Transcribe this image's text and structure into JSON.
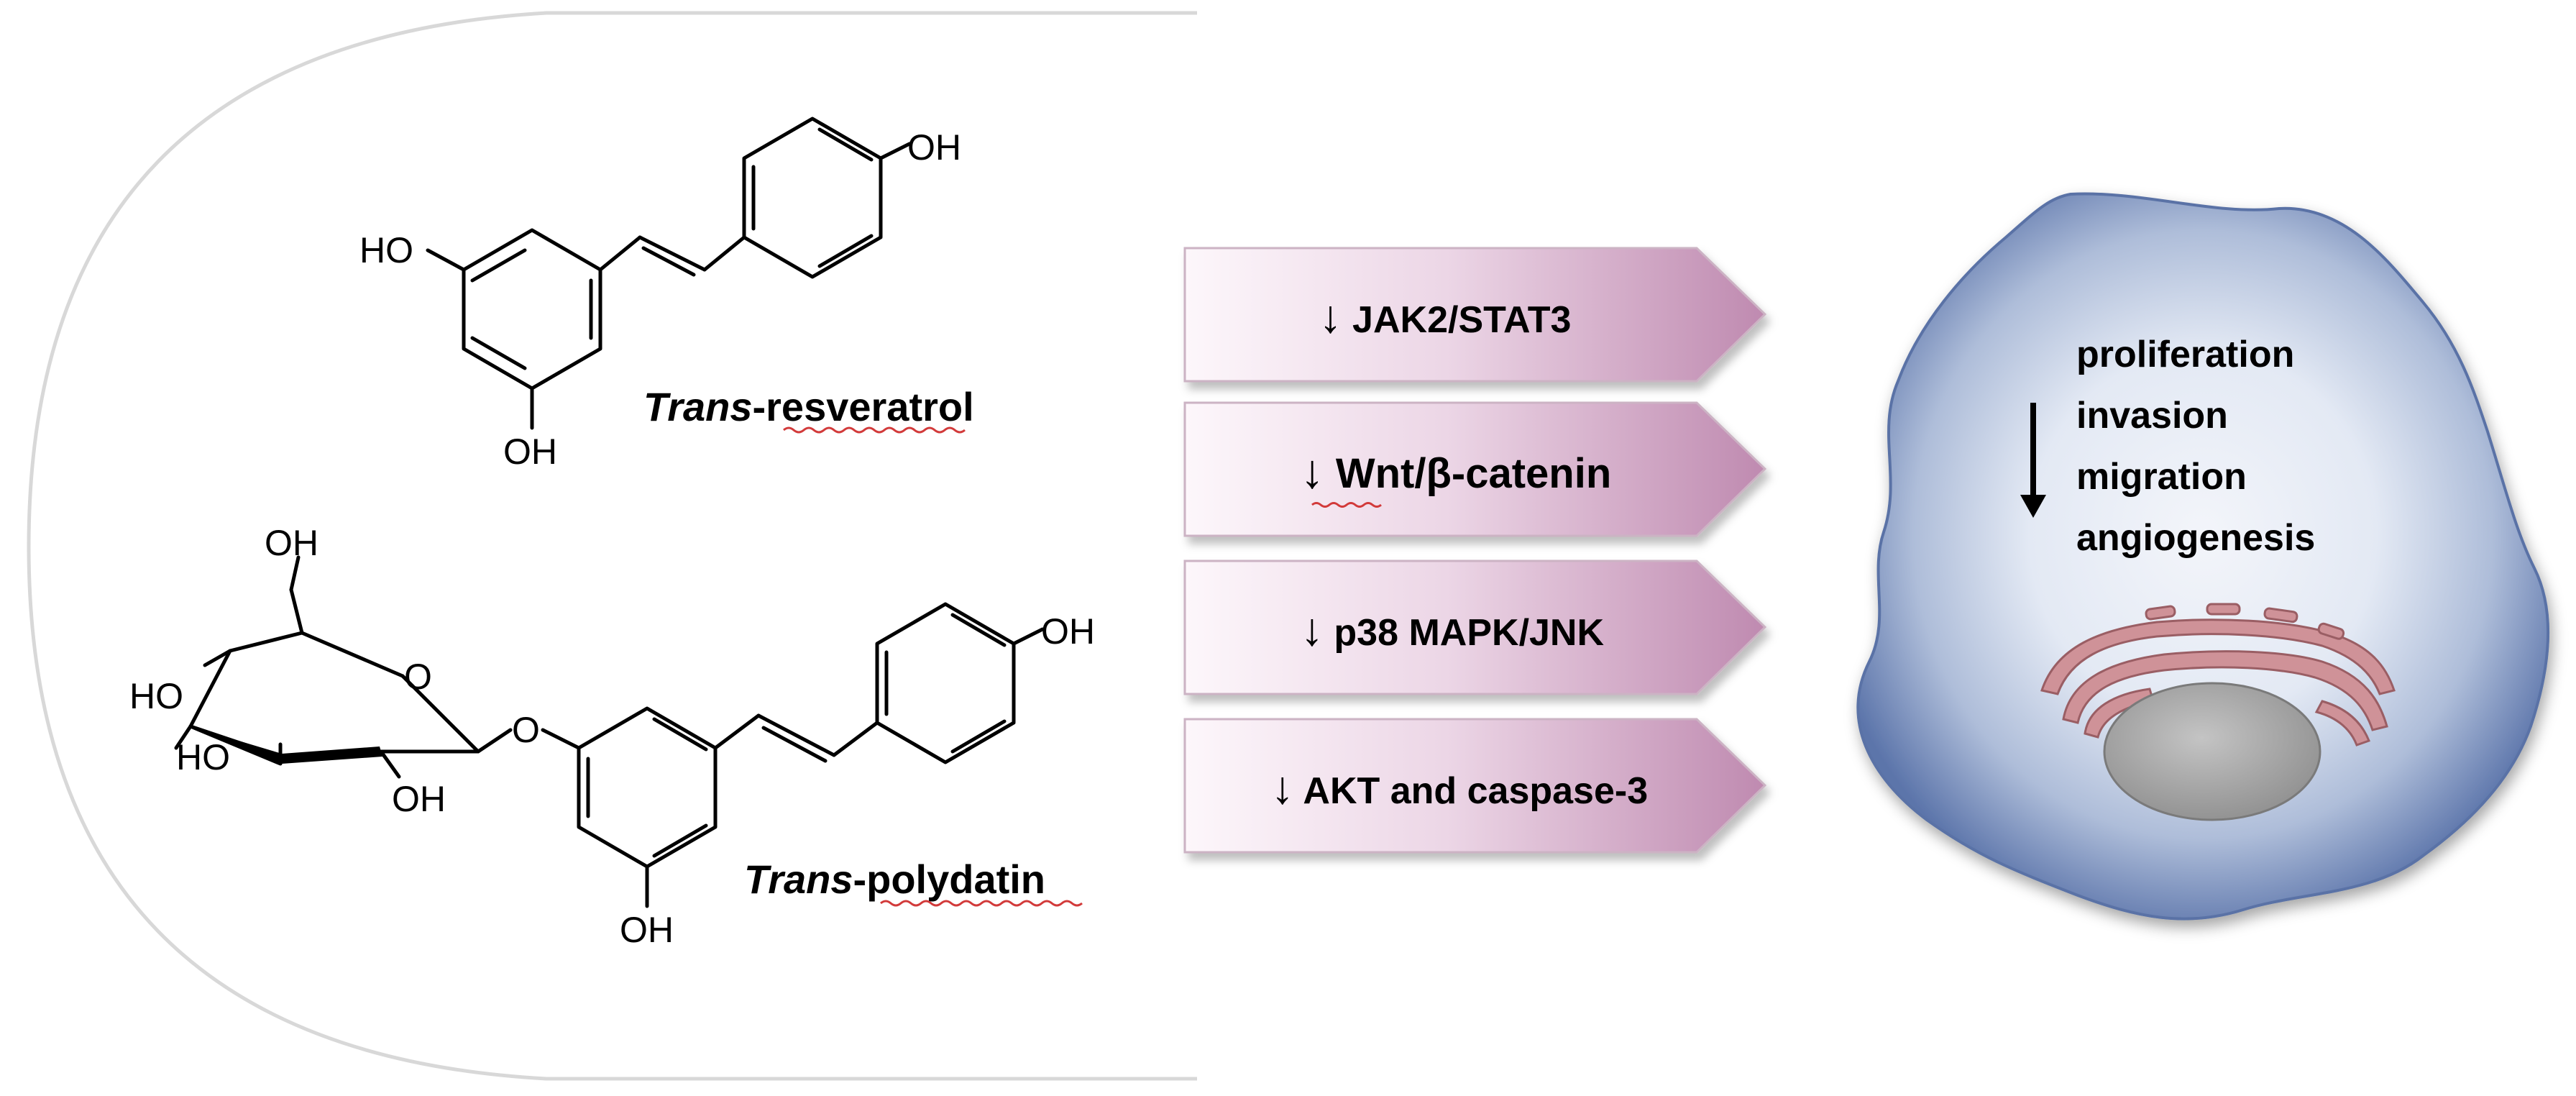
{
  "compounds": [
    {
      "name_italic": "Trans",
      "name_rest": "-resveratrol"
    },
    {
      "name_italic": "Trans",
      "name_rest": "-polydatin"
    }
  ],
  "atom_labels": {
    "oh": "OH",
    "ho": "HO",
    "o": "O"
  },
  "pathways": [
    {
      "arrow": "↓",
      "label": "JAK2/STAT3"
    },
    {
      "arrow": "↓",
      "label": "Wnt/β-catenin"
    },
    {
      "arrow": "↓",
      "label": "p38 MAPK/JNK"
    },
    {
      "arrow": "↓",
      "label": "AKT and caspase-3"
    }
  ],
  "cell_effects": [
    "proliferation",
    "invasion",
    "migration",
    "angiogenesis"
  ],
  "colors": {
    "arrow_light": "#fbf3f8",
    "arrow_dark": "#c28fb3",
    "cell_outer": "#5f78ad",
    "cell_inner": "#eef1f8",
    "nucleus": "#a9a9a9",
    "er": "#c78b90",
    "squiggle": "#d23a3a"
  }
}
